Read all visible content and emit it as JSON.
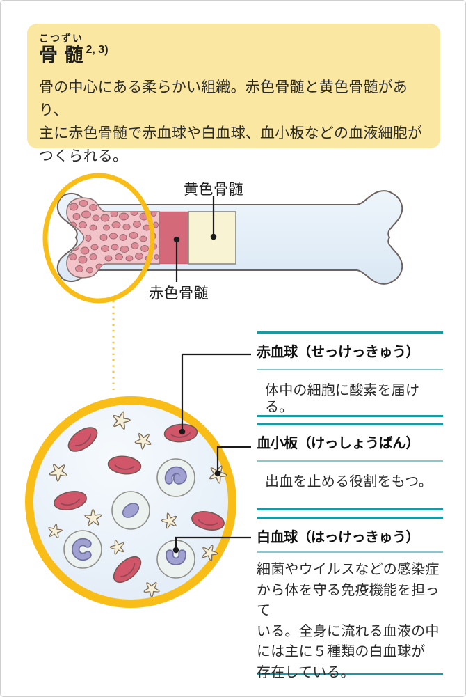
{
  "info_box": {
    "furigana": "こつずい",
    "title": "骨 髄",
    "reference": "2, 3)",
    "description": "骨の中心にある柔らかい組織。赤色骨髄と黄色骨髄があり、\n主に赤色骨髄で赤血球や白血球、血小板などの血液細胞が\nつくられる。"
  },
  "bone_diagram": {
    "yellow_marrow_label": "黄色骨髄",
    "red_marrow_label": "赤色骨髄"
  },
  "cell_sections": [
    {
      "label": "赤血球（せっけっきゅう）",
      "description": "体中の細胞に酸素を届ける。"
    },
    {
      "label": "血小板（けっしょうばん）",
      "description": "出血を止める役割をもつ。"
    },
    {
      "label": "白血球（はっけっきゅう）",
      "description": "細菌やウイルスなどの感染症\nから体を守る免疫機能を担って\nいる。全身に流れる血液の中\nには主に５種類の白血球が\n存在している。"
    }
  ],
  "colors": {
    "box-yellow": "#FAE7A1",
    "accent-gold": "#F8BD17",
    "teal": "#1999A3",
    "teal-light": "#85C9CF",
    "rbc-red": "#D15669",
    "marrow-red": "#D4697A",
    "marrow-yellow": "#F8F3D3",
    "spongy-pink": "#F2C3C9",
    "wbc-nucleus": "#A0A1D1",
    "platelet-cream": "#F6F0D9",
    "ink": "#1F1F1F"
  }
}
